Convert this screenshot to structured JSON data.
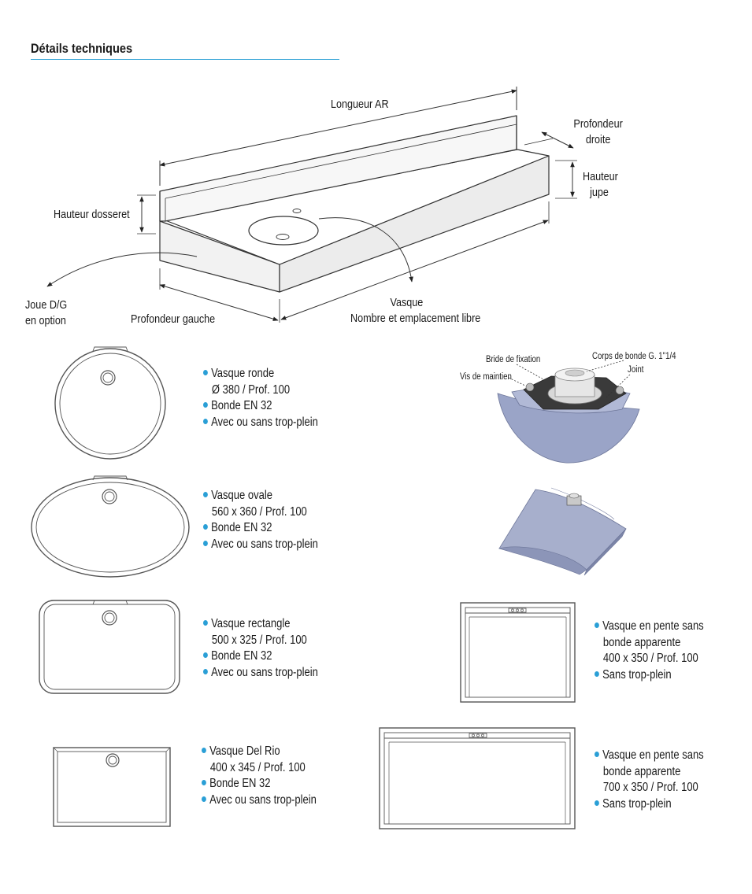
{
  "section": {
    "title": "Détails techniques"
  },
  "colors": {
    "accent": "#3aa7d8",
    "bullet": "#2a9fd6",
    "part_fill": "#9aa4c7"
  },
  "diagram": {
    "longueur": "Longueur AR",
    "profondeur_droite": [
      "Profondeur",
      "droite"
    ],
    "hauteur_jupe": [
      "Hauteur",
      "jupe"
    ],
    "hauteur_dosseret": "Hauteur dosseret",
    "joue": [
      "Joue D/G",
      "en option"
    ],
    "profondeur_gauche": "Profondeur gauche",
    "vasque": [
      "Vasque",
      "Nombre et emplacement libre"
    ]
  },
  "bonde_labels": {
    "bride": "Bride de fixation",
    "corps": "Corps de bonde G. 1\"1/4",
    "joint": "Joint",
    "vis": "Vis de maintien"
  },
  "basins": [
    {
      "lines": [
        {
          "t": "Vasque ronde",
          "b": true
        },
        {
          "t": "Ø 380 / Prof. 100",
          "b": false
        },
        {
          "t": "Bonde EN 32",
          "b": true
        },
        {
          "t": "Avec ou sans trop-plein",
          "b": true
        }
      ]
    },
    {
      "lines": [
        {
          "t": "Vasque ovale",
          "b": true
        },
        {
          "t": "560 x 360 / Prof. 100",
          "b": false
        },
        {
          "t": "Bonde EN 32",
          "b": true
        },
        {
          "t": "Avec ou sans trop-plein",
          "b": true
        }
      ]
    },
    {
      "lines": [
        {
          "t": "Vasque rectangle",
          "b": true
        },
        {
          "t": "500 x 325 / Prof. 100",
          "b": false
        },
        {
          "t": "Bonde EN 32",
          "b": true
        },
        {
          "t": "Avec ou sans trop-plein",
          "b": true
        }
      ]
    },
    {
      "lines": [
        {
          "t": "Vasque Del Rio",
          "b": true
        },
        {
          "t": "400 x 345 / Prof. 100",
          "b": false
        },
        {
          "t": "Bonde EN 32",
          "b": true
        },
        {
          "t": "Avec ou sans trop-plein",
          "b": true
        }
      ]
    },
    {
      "lines": [
        {
          "t": "Vasque en pente sans",
          "b": true
        },
        {
          "t": "bonde apparente",
          "b": false
        },
        {
          "t": "400 x 350 / Prof. 100",
          "b": false
        },
        {
          "t": "Sans trop-plein",
          "b": true
        }
      ]
    },
    {
      "lines": [
        {
          "t": "Vasque en pente sans",
          "b": true
        },
        {
          "t": "bonde apparente",
          "b": false
        },
        {
          "t": "700 x 350 / Prof. 100",
          "b": false
        },
        {
          "t": "Sans trop-plein",
          "b": true
        }
      ]
    }
  ]
}
